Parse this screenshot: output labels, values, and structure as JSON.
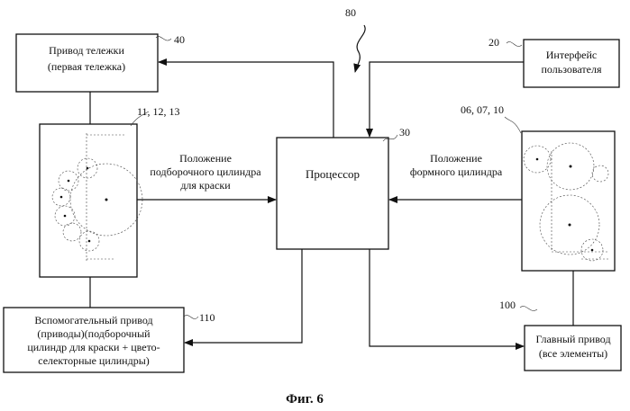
{
  "diagram": {
    "ref_main": "80",
    "carriage_drive": {
      "line1": "Привод тележки",
      "line2": "(первая тележка)",
      "ref": "40"
    },
    "ink_cylinders": {
      "ref": "11, 12, 13"
    },
    "auxiliary_drive": {
      "line1": "Вспомогательный привод",
      "line2": "(приводы)(подборочный",
      "line3": "цилиндр для краски + цвето-",
      "line4": "селекторные цилиндры)",
      "ref": "110"
    },
    "processor": {
      "label": "Процессор",
      "ref": "30"
    },
    "ink_position": {
      "line1": "Положение",
      "line2": "подборочного цилиндра",
      "line3": "для краски"
    },
    "plate_position": {
      "line1": "Положение",
      "line2": "формного цилиндра"
    },
    "user_interface": {
      "line1": "Интерфейс",
      "line2": "пользователя",
      "ref": "20"
    },
    "plate_cylinders": {
      "ref": "06, 07, 10"
    },
    "main_drive": {
      "line1": "Главный привод",
      "line2": "(все элементы)",
      "ref": "100"
    },
    "caption": "Фиг. 6"
  }
}
